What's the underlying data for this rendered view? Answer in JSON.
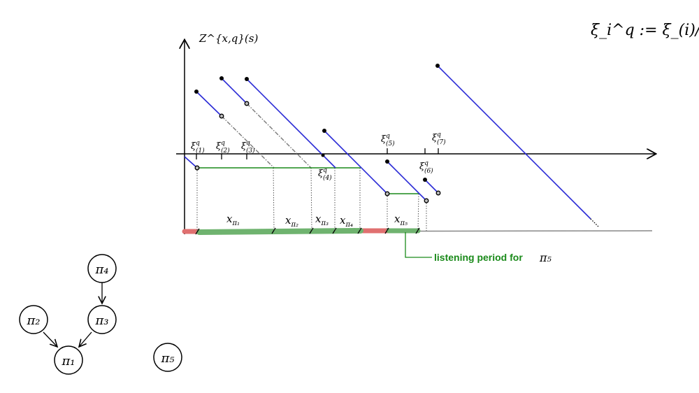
{
  "formula": "ξ_i^q := ξ_(i)/q",
  "y_axis_label": "Z^{x,q}(s)",
  "colors": {
    "blue": "#2b2bd6",
    "gray_dash": "#7a7a7a",
    "green": "#1a8a1a",
    "green_band": "#6fb36f",
    "red_band": "#e07070",
    "axis": "#000000",
    "baseline": "#888888"
  },
  "xi_ticks": [
    {
      "name": "ξ",
      "sup": "q",
      "sub": "(1)"
    },
    {
      "name": "ξ",
      "sup": "q",
      "sub": "(2)"
    },
    {
      "name": "ξ",
      "sup": "q",
      "sub": "(3)"
    },
    {
      "name": "ξ",
      "sup": "q",
      "sub": "(4)"
    },
    {
      "name": "ξ",
      "sup": "q",
      "sub": "(5)"
    },
    {
      "name": "ξ",
      "sup": "q",
      "sub": "(6)"
    },
    {
      "name": "ξ",
      "sup": "q",
      "sub": "(7)"
    }
  ],
  "intervals": [
    {
      "name": "x",
      "sub": "π₁"
    },
    {
      "name": "x",
      "sub": "π₂"
    },
    {
      "name": "x",
      "sub": "π₃"
    },
    {
      "name": "x",
      "sub": "π₄"
    },
    {
      "name": "x",
      "sub": "π₅"
    }
  ],
  "listening_label": "listening period for",
  "listening_target": "π₅",
  "graph_nodes": [
    "π₄",
    "π₂",
    "π₃",
    "π₁",
    "π₅"
  ],
  "graph_edges": [
    [
      "π₄",
      "π₃"
    ],
    [
      "π₂",
      "π₁"
    ],
    [
      "π₃",
      "π₁"
    ]
  ]
}
